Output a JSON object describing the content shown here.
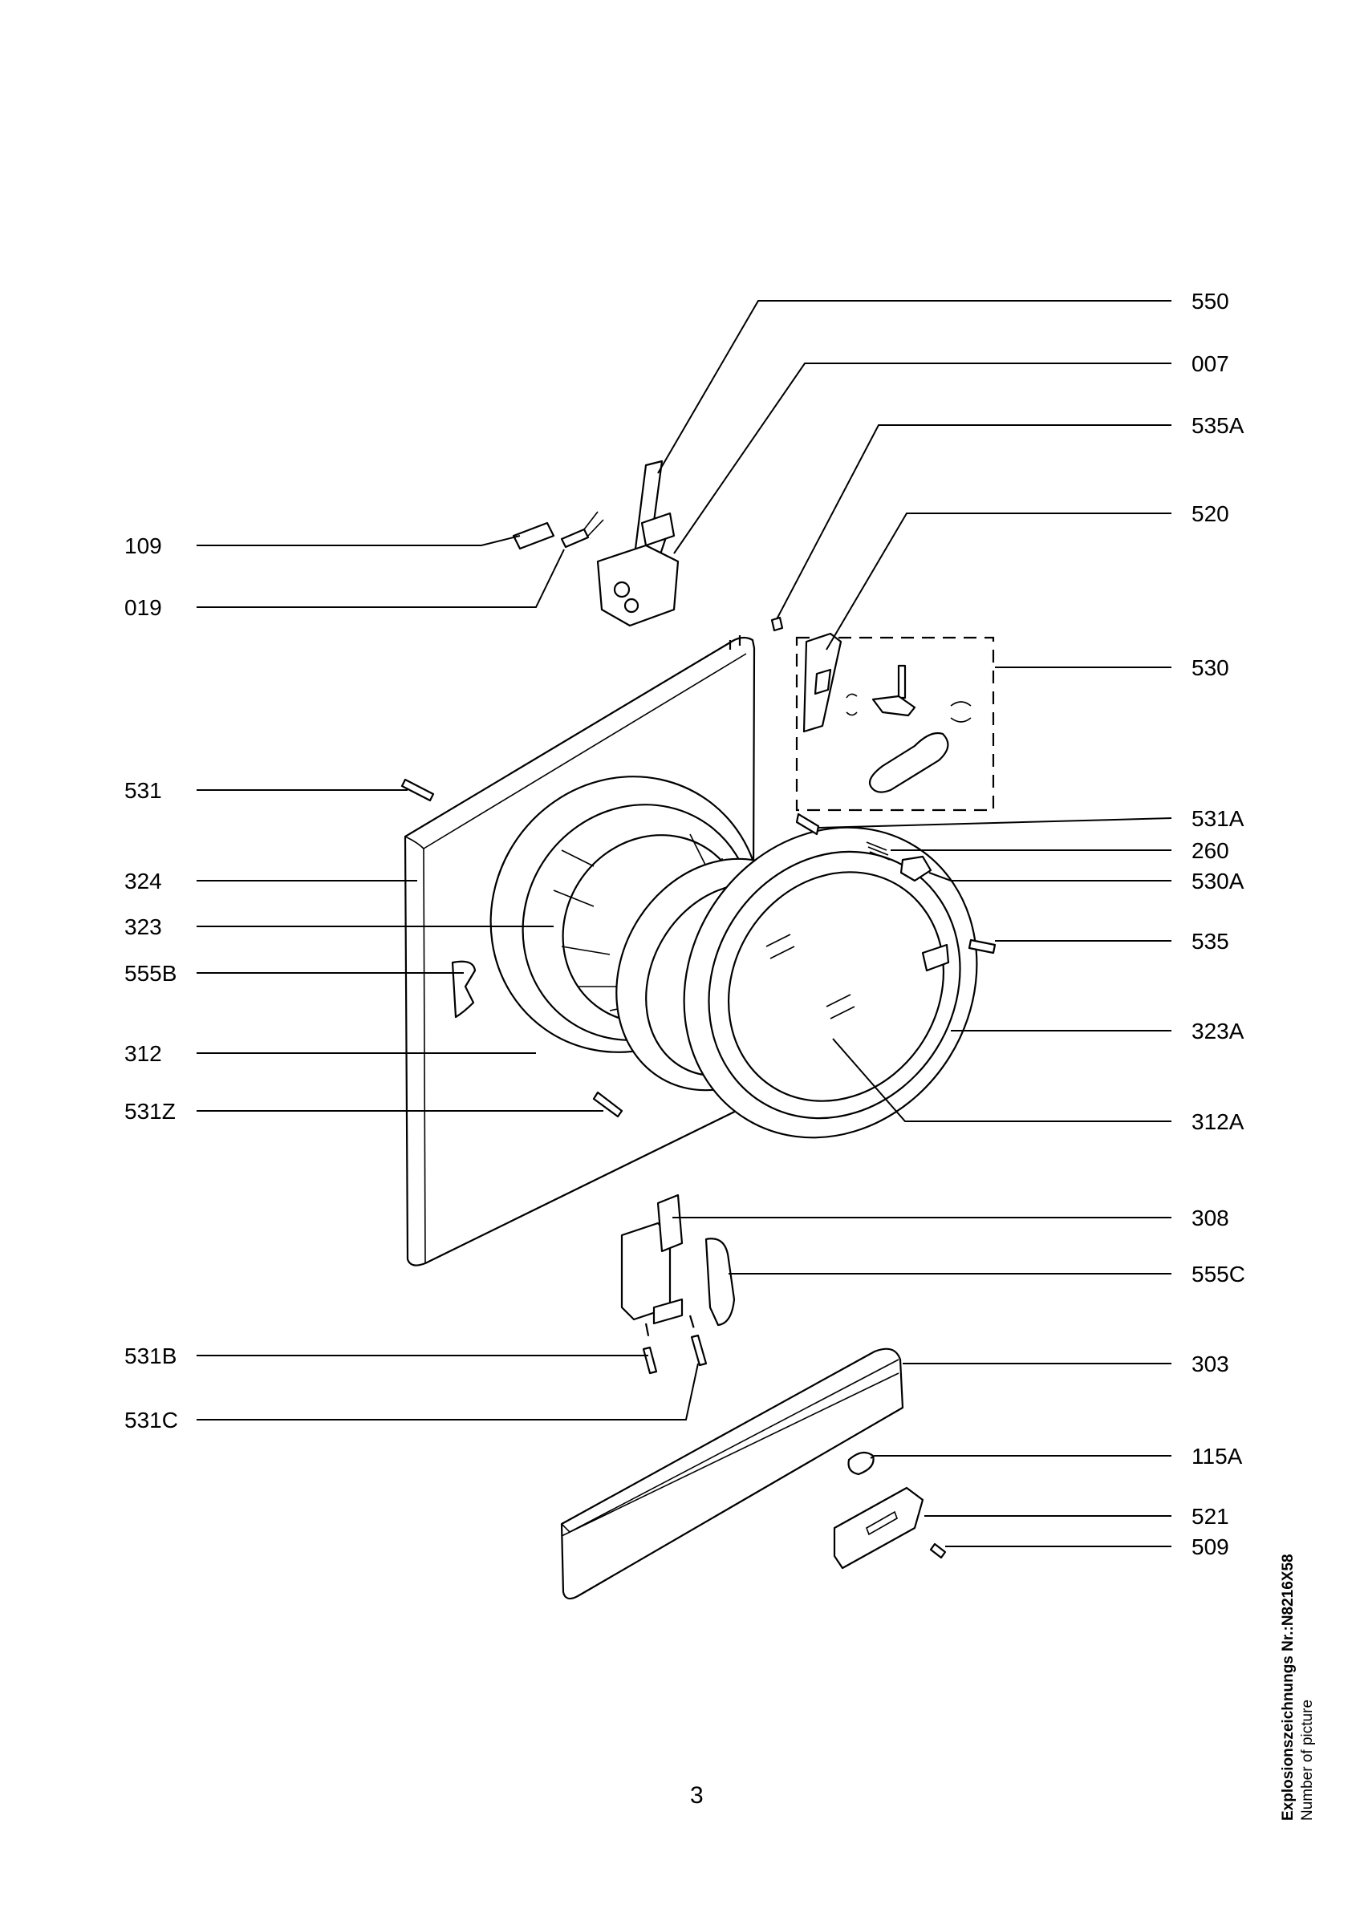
{
  "callouts_left": [
    "109",
    "019",
    "531",
    "324",
    "323",
    "555B",
    "312",
    "531Z",
    "531B",
    "531C"
  ],
  "callouts_right": [
    "550",
    "007",
    "535A",
    "520",
    "530",
    "531A",
    "260",
    "530A",
    "535",
    "323A",
    "312A",
    "308",
    "555C",
    "303",
    "115A",
    "521",
    "509"
  ],
  "page_number": "3",
  "picture_id": {
    "title": "Explosionszeichnungs Nr.:N8216X58",
    "subtitle": "Number of picture"
  }
}
